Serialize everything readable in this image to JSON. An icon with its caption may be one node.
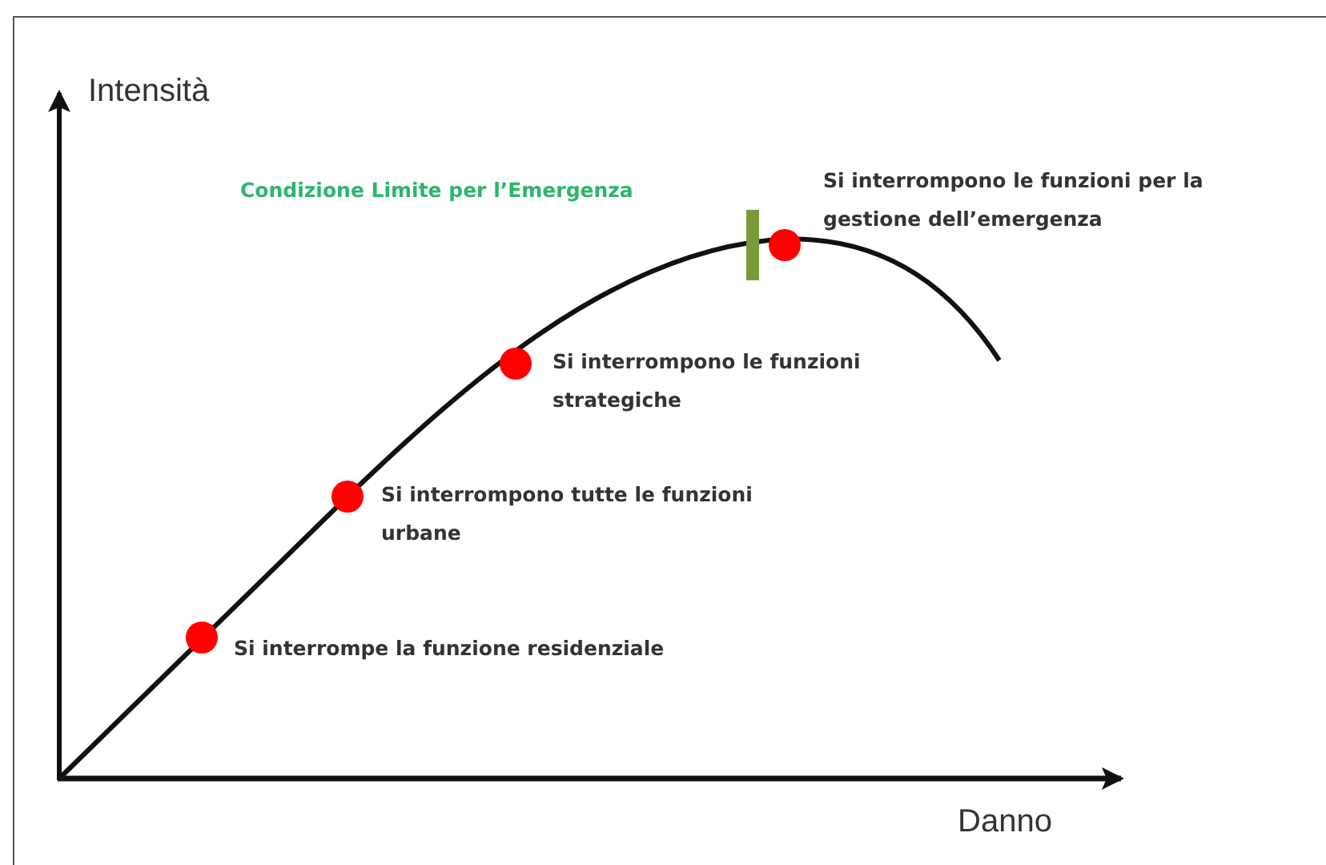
{
  "diagram": {
    "labels": [
      "Intensità",
      "Condizione Limite per l’Emergenza",
      "Si interrompono le funzioni per la gestione dell’emergenza",
      "Si interrompono le funzioni strategiche",
      "Si interrompono tutte le funzioni urbane",
      "Si interrompe la funzione residenziale",
      "Danno"
    ]
  }
}
